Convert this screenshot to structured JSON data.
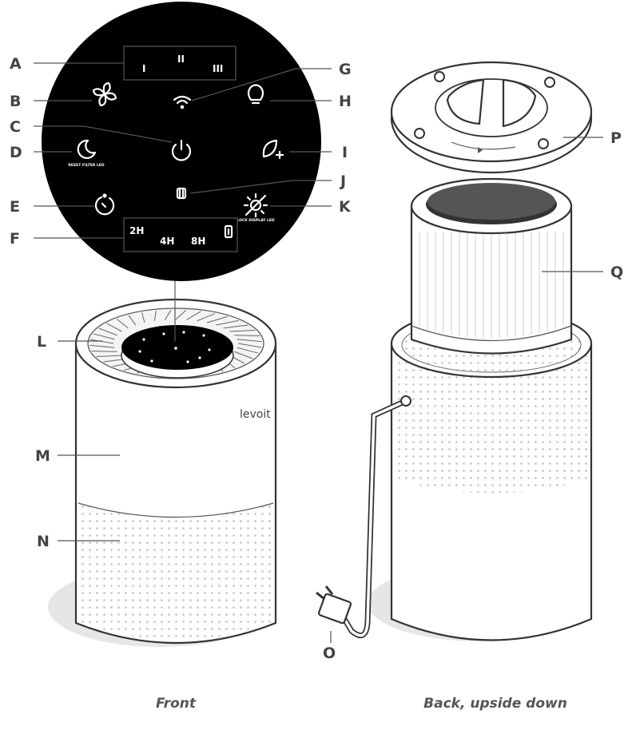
{
  "labels": {
    "A": "A",
    "B": "B",
    "C": "C",
    "D": "D",
    "E": "E",
    "F": "F",
    "G": "G",
    "H": "H",
    "I": "I",
    "J": "J",
    "K": "K",
    "L": "L",
    "M": "M",
    "N": "N",
    "O": "O",
    "P": "P",
    "Q": "Q"
  },
  "panel": {
    "speed_1": "I",
    "speed_2": "II",
    "speed_3": "III",
    "timer_2h": "2H",
    "timer_4h": "4H",
    "timer_8h": "8H",
    "sleep_caption": "RESET FILTER LED",
    "display_caption": "LOCK DISPLAY LED"
  },
  "brand": "levoit",
  "captions": {
    "front": "Front",
    "back": "Back, upside down"
  },
  "icons": [
    "fan-icon",
    "wifi-icon",
    "bulb-icon",
    "power-icon",
    "sleep-moon-icon",
    "leaf-plus-icon",
    "filter-icon",
    "timer-icon",
    "display-sun-icon",
    "lock-icon"
  ],
  "colors": {
    "panel": "#000000",
    "line": "#333333",
    "label": "#444444",
    "shadow": "#e6e6e6"
  }
}
